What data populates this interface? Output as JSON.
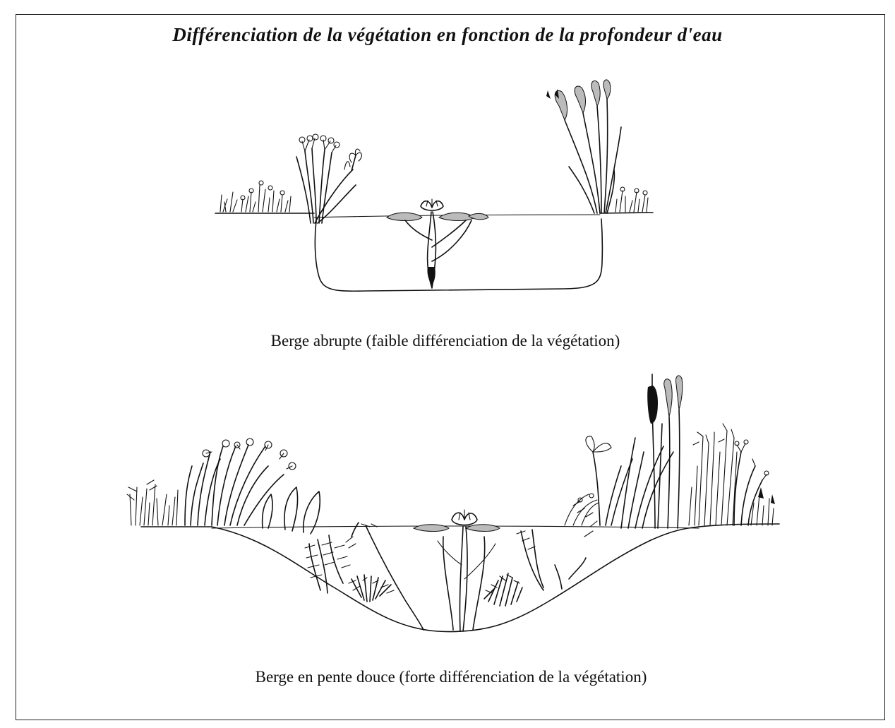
{
  "diagram": {
    "title": "Différenciation de la végétation en fonction de la profondeur d'eau",
    "steep_bank_caption": "Berge abrupte (faible différenciation de la végétation)",
    "gentle_bank_caption": "Berge en pente douce (forte différenciation de la végétation)"
  }
}
